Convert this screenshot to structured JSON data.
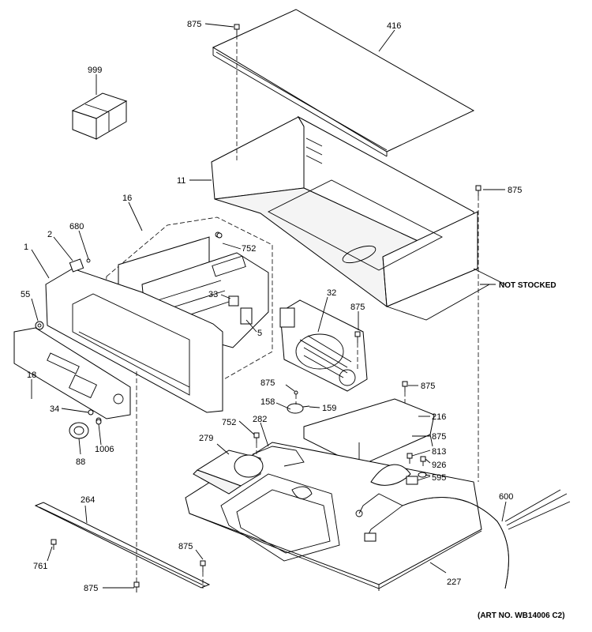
{
  "art_number": "(ART NO. WB14006 C2)",
  "not_stocked": "NOT STOCKED",
  "labels": {
    "l875a": "875",
    "l416": "416",
    "l999": "999",
    "l11": "11",
    "l875b": "875",
    "l16": "16",
    "l752a": "752",
    "l680": "680",
    "l2": "2",
    "l1": "1",
    "l55": "55",
    "l33": "33",
    "l5": "5",
    "l32": "32",
    "l875c": "875",
    "l875d": "875",
    "l875e": "875",
    "l158": "158",
    "l159": "159",
    "l216": "216",
    "l18": "18",
    "l34": "34",
    "l1006": "1006",
    "l88": "88",
    "l752b": "752",
    "l282": "282",
    "l279": "279",
    "l875f": "875",
    "l813": "813",
    "l926": "926",
    "l595": "595",
    "l264": "264",
    "l600": "600",
    "l761": "761",
    "l875g": "875",
    "l227": "227",
    "l875h": "875"
  }
}
